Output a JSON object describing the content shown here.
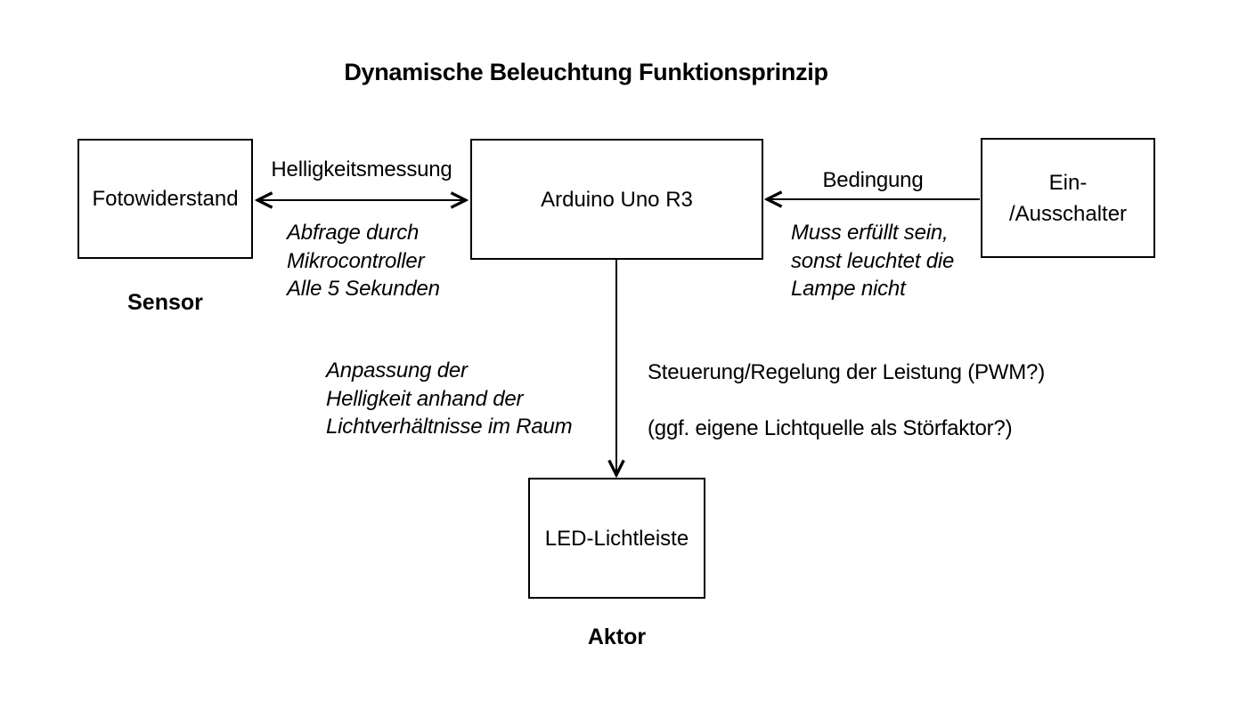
{
  "title": "Dynamische Beleuchtung Funktionsprinzip",
  "boxes": {
    "fotowiderstand": {
      "label": "Fotowiderstand",
      "caption": "Sensor"
    },
    "arduino": {
      "label": "Arduino Uno R3"
    },
    "ein_ausschalter": {
      "label_lines": [
        "Ein-",
        "/Ausschalter"
      ]
    },
    "led_lichtleiste": {
      "label": "LED-Lichtleiste",
      "caption": "Aktor"
    }
  },
  "edges": {
    "sensor_arduino": {
      "label": "Helligkeitsmessung",
      "direction": "bidirectional",
      "note_lines": [
        "Abfrage durch",
        "Mikrocontroller",
        "Alle 5 Sekunden"
      ]
    },
    "schalter_arduino": {
      "label": "Bedingung",
      "direction": "right-to-left",
      "note_lines": [
        "Muss erfüllt sein,",
        "sonst leuchtet die",
        "Lampe nicht"
      ]
    },
    "arduino_led": {
      "direction": "down",
      "note_left_lines": [
        "Anpassung der",
        "Helligkeit anhand der",
        "Lichtverhältnisse im Raum"
      ],
      "note_right_lines": [
        "Steuerung/Regelung der Leistung (PWM?)",
        "(ggf. eigene Lichtquelle als Störfaktor?)"
      ]
    }
  },
  "colors": {
    "ink": "#000000",
    "background": "#ffffff"
  }
}
